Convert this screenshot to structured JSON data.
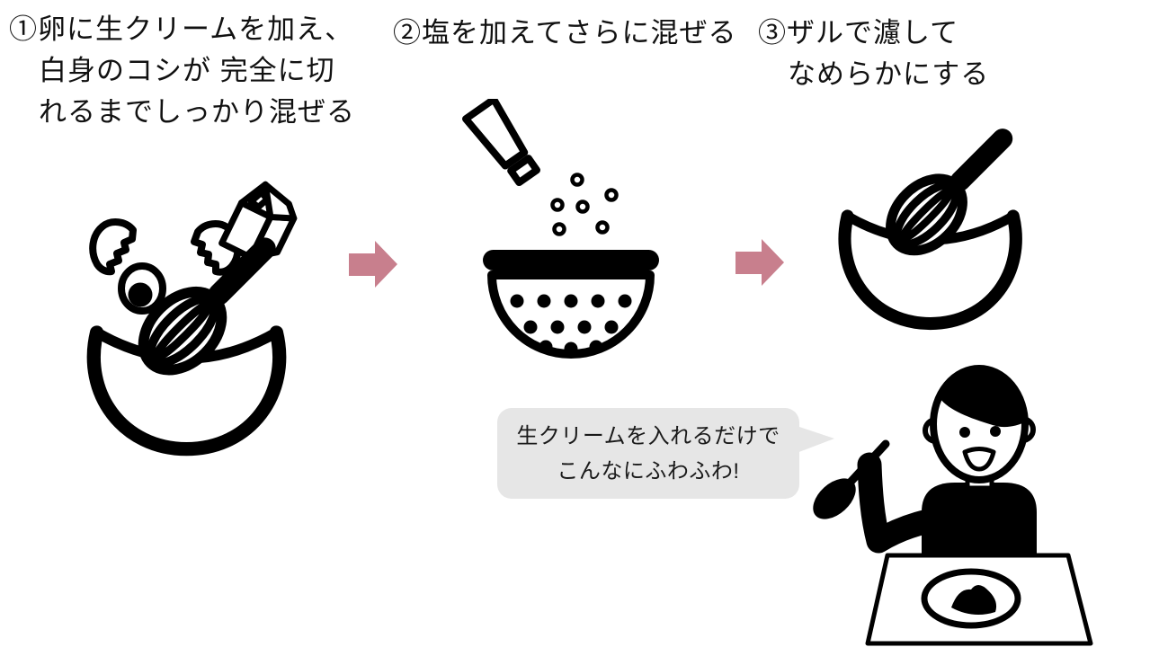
{
  "figure": {
    "type": "recipe-steps-diagram",
    "background": "#ffffff"
  },
  "steps": {
    "step1": {
      "line1": "①卵に生クリームを加え、",
      "line2": "白身のコシが 完全に切",
      "line3": "れるまでしっかり混ぜる",
      "icon": "cracked-egg-cream-carton-whisk-bowl-icon"
    },
    "step2": {
      "line1": "②塩を加えてさらに混ぜる",
      "icon": "salt-shaker-strainer-icon"
    },
    "step3": {
      "line1": "③ザルで濾して",
      "line2": "なめらかにする",
      "icon": "whisk-bowl-icon"
    }
  },
  "speech_bubble": {
    "line1": "生クリームを入れるだけで",
    "line2": "こんなにふわふわ!"
  },
  "person": {
    "icon": "person-eating-at-table-icon"
  },
  "arrows": {
    "count": 2,
    "direction": "right",
    "color": "#c87f8d"
  },
  "colors": {
    "arrow": "#c87f8d",
    "bubble_bg": "#e6e6e6",
    "ink": "#000000",
    "background": "#ffffff"
  }
}
